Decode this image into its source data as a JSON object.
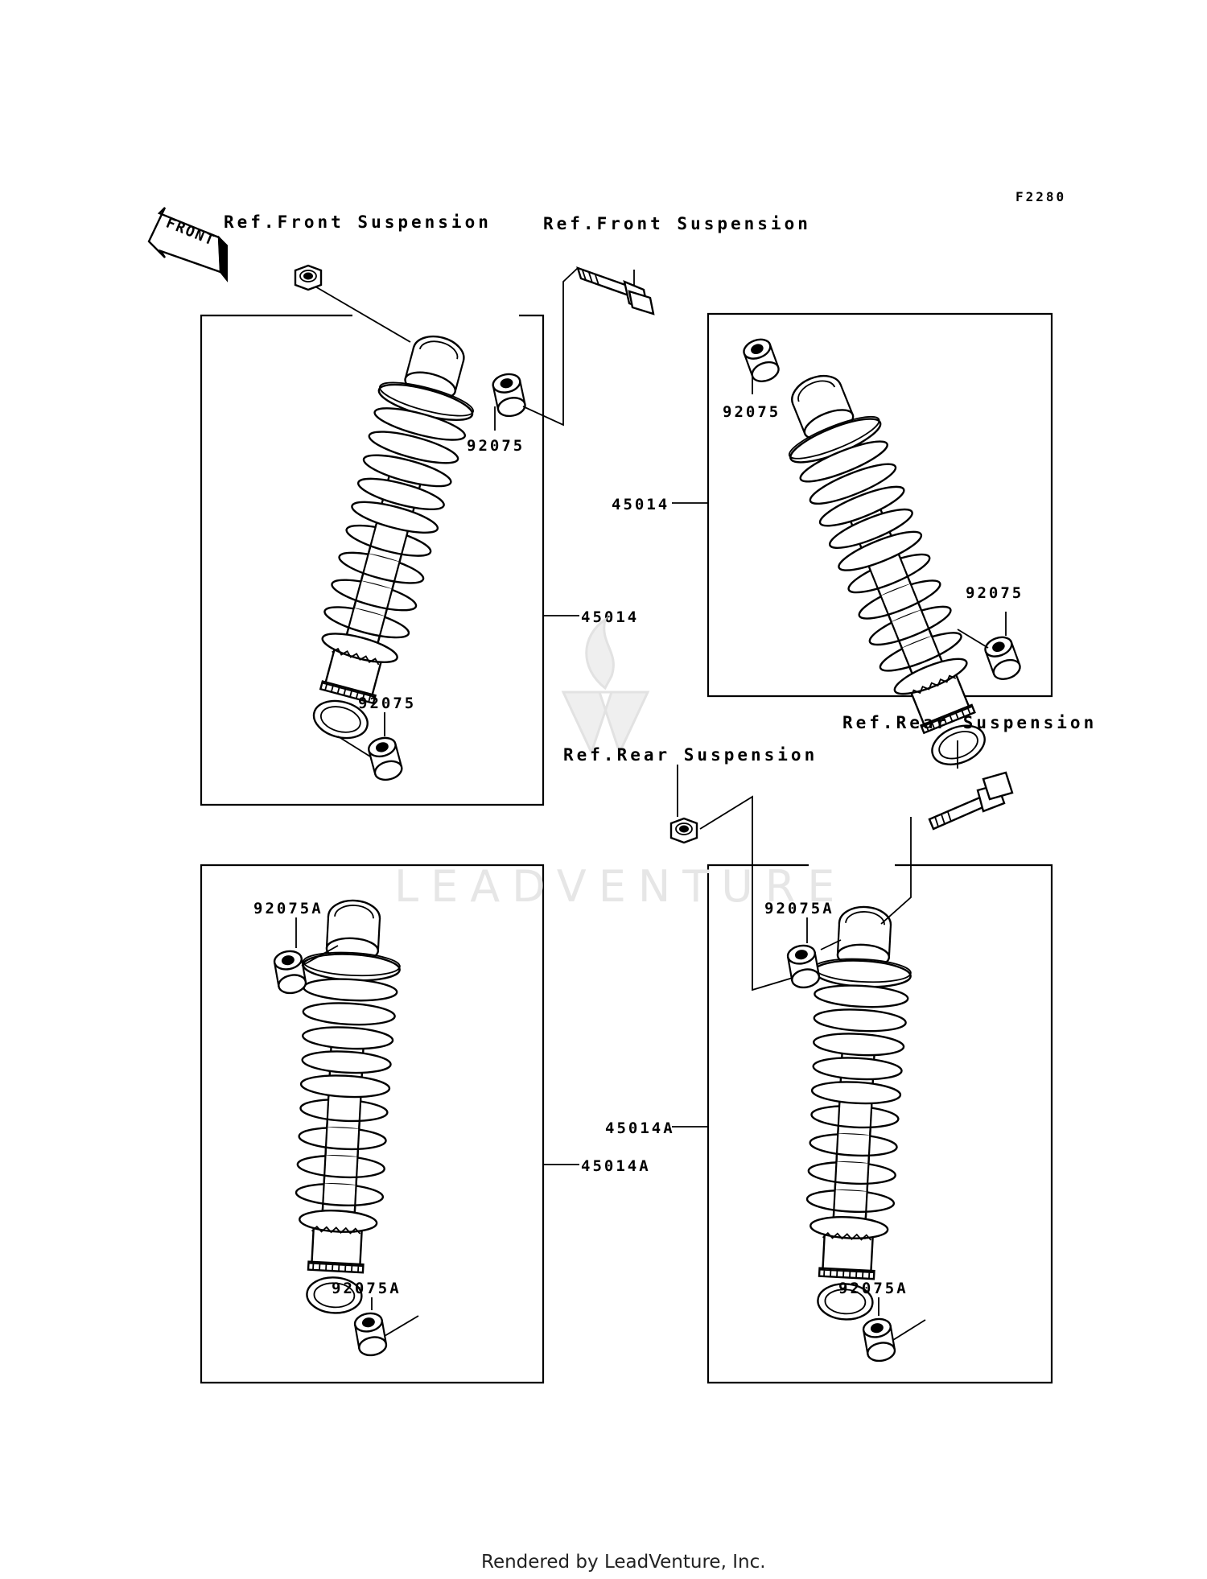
{
  "figure_code": "F2280",
  "direction_label": "FRONT",
  "ref_labels": {
    "front_nut": "Ref.Front Suspension",
    "front_bolt": "Ref.Front Suspension",
    "rear_nut": "Ref.Rear Suspension",
    "rear_bolt": "Ref.Rear Suspension"
  },
  "part_numbers": {
    "p1_bushing_top": "92075",
    "p1_bushing_bottom": "92075",
    "p1_shock": "45014",
    "p2_bushing_top": "92075",
    "p2_bushing_bottom": "92075",
    "p2_shock": "45014",
    "p3_bushing_top": "92075A",
    "p3_bushing_bottom": "92075A",
    "p3_shock": "45014A",
    "p4_bushing_top": "92075A",
    "p4_bushing_bottom": "92075A",
    "p4_shock": "45014A"
  },
  "watermark": "LEADVENTURE",
  "footer": "Rendered by LeadVenture, Inc."
}
